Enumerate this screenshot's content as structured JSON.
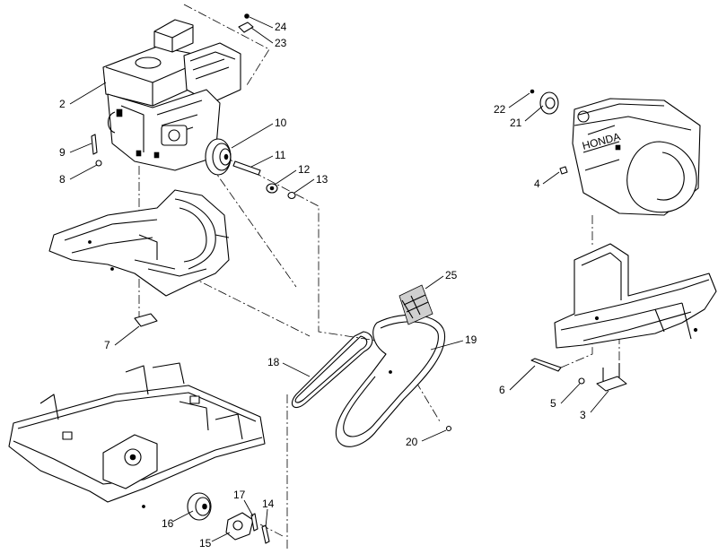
{
  "callouts": [
    {
      "label": "24"
    },
    {
      "label": "23"
    },
    {
      "label": "2"
    },
    {
      "label": "10"
    },
    {
      "label": "9"
    },
    {
      "label": "8"
    },
    {
      "label": "11"
    },
    {
      "label": "12"
    },
    {
      "label": "13"
    },
    {
      "label": "22"
    },
    {
      "label": "21"
    },
    {
      "label": "4"
    },
    {
      "label": "25"
    },
    {
      "label": "7"
    },
    {
      "label": "19"
    },
    {
      "label": "18"
    },
    {
      "label": "6"
    },
    {
      "label": "5"
    },
    {
      "label": "3"
    },
    {
      "label": "20"
    },
    {
      "label": "17"
    },
    {
      "label": "14"
    },
    {
      "label": "16"
    },
    {
      "label": "15"
    }
  ],
  "engine_brand_text": "HONDA"
}
